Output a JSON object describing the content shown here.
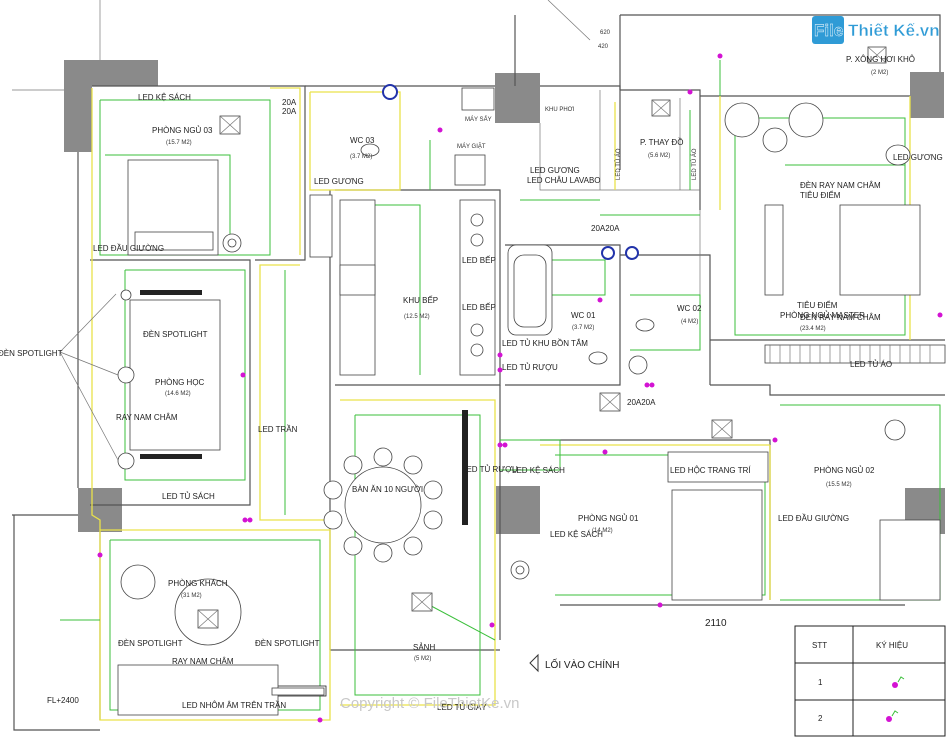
{
  "watermark": {
    "brand": "File Thiết Kế.vn",
    "copyright": "Copyright © FileThietKe.vn"
  },
  "rooms": {
    "phong_ngu_03": "PHÒNG NGỦ 03",
    "phong_ngu_03_area": "(15.7 M2)",
    "phong_hoc": "PHÒNG HỌC",
    "phong_hoc_area": "(14.6 M2)",
    "phong_khach": "PHÒNG KHÁCH",
    "phong_khach_area": "(31 M2)",
    "ban_an": "BÀN ĂN 10 NGƯỜI",
    "sanh": "SẢNH",
    "sanh_area": "(5 M2)",
    "khu_bep": "KHU BẾP",
    "khu_bep_area": "(12.5 M2)",
    "wc_01": "WC 01",
    "wc_01_area": "(3.7 M2)",
    "wc_02": "WC 02",
    "wc_02_area": "(4 M2)",
    "wc_03": "WC 03",
    "wc_03_area": "(3.7 M2)",
    "p_thay_do": "P. THAY ĐỒ",
    "p_thay_do_area": "(5.6 M2)",
    "p_xong_hoi": "P. XÔNG HƠI KHÔ",
    "p_xong_hoi_area": "(2 M2)",
    "phong_ngu_master": "PHÒNG NGỦ MASTER",
    "phong_ngu_master_area": "(23.4 M2)",
    "phong_ngu_02": "PHÒNG NGỦ 02",
    "phong_ngu_02_area": "(15.5 M2)",
    "phong_ngu_01": "PHÒNG NGỦ 01",
    "phong_ngu_01_area": "(14 M2)"
  },
  "labels": {
    "led_ke_sach_top": "LED KỆ SÁCH",
    "led_dau_giuong_left": "LED ĐẦU GIƯỜNG",
    "den_spotlight_left": "ĐÈN SPOTLIGHT",
    "den_spotlight_hoc": "ĐÈN SPOTLIGHT",
    "ray_nam_cham_hoc": "RAY NAM CHÂM",
    "led_tu_sach": "LED TỦ SÁCH",
    "led_tran": "LED TRẦN",
    "den_spotlight_khach_l": "ĐÈN SPOTLIGHT",
    "den_spotlight_khach_r": "ĐÈN SPOTLIGHT",
    "ray_nam_cham_khach": "RAY NAM CHÂM",
    "led_nhom_tran": "LED NHÔM ÂM TRÊN TRẦN",
    "fl": "FL+2400",
    "led_guong_wc03": "LED GƯƠNG",
    "may_say": "MÁY SẤY",
    "may_giat": "MÁY GIẶT",
    "khu_phoi": "KHU PHƠI",
    "led_bep_1": "LED BẾP",
    "led_bep_2": "LED BẾP",
    "led_guong_chau": "LED GƯƠNG\nLED CHÂU LAVABO",
    "led_tu_ao_1": "LED TỦ ÁO",
    "led_tu_ao_2": "LED TỦ ÁO",
    "led_guong_master": "LED GƯƠNG",
    "den_ray_nam_cham": "ĐÈN RAY NAM CHÂM",
    "tieu_diem_1": "TIÊU ĐIỂM",
    "tieu_diem_2": "TIÊU ĐIỂM",
    "den_ray_nam_cham_2": "ĐÈN RAY NAM CHÂM",
    "led_tu_ao_master": "LED TỦ ÁO",
    "led_tu_khu_bon_tam": "LED TỦ KHU BỒN TẮM",
    "led_tu_ruou": "LED TỦ RƯỢU",
    "led_tu_ruou_2": "LED TỦ RƯỢU",
    "led_ke_sach_mid": "LED KỆ SÁCH",
    "led_ke_sach_pn01": "LED KỆ SÁCH",
    "led_hoc_trang_tri": "LED HỘC TRANG TRÍ",
    "led_dau_giuong_right": "LED ĐẦU GIƯỜNG",
    "led_tu_giay": "LED TỦ GIÀY",
    "loi_vao_chinh": "LỐI VÀO CHÍNH",
    "a20_1": "20A",
    "a20_2": "20A",
    "a20_wc": "20A20A",
    "a20_sanh": "20A20A",
    "dim_2110": "2110",
    "dim_620": "620",
    "dim_420": "420"
  },
  "legend": {
    "col_stt": "STT",
    "col_ky_hieu": "KÝ HIỆU",
    "rows": [
      "1",
      "2"
    ]
  },
  "colors": {
    "wall": "#8a8a8a",
    "led_strip": "#3bbf3b",
    "ceiling_line": "#e9e24a",
    "outlet": "#d313d3",
    "brand": "#2f9bd6"
  }
}
